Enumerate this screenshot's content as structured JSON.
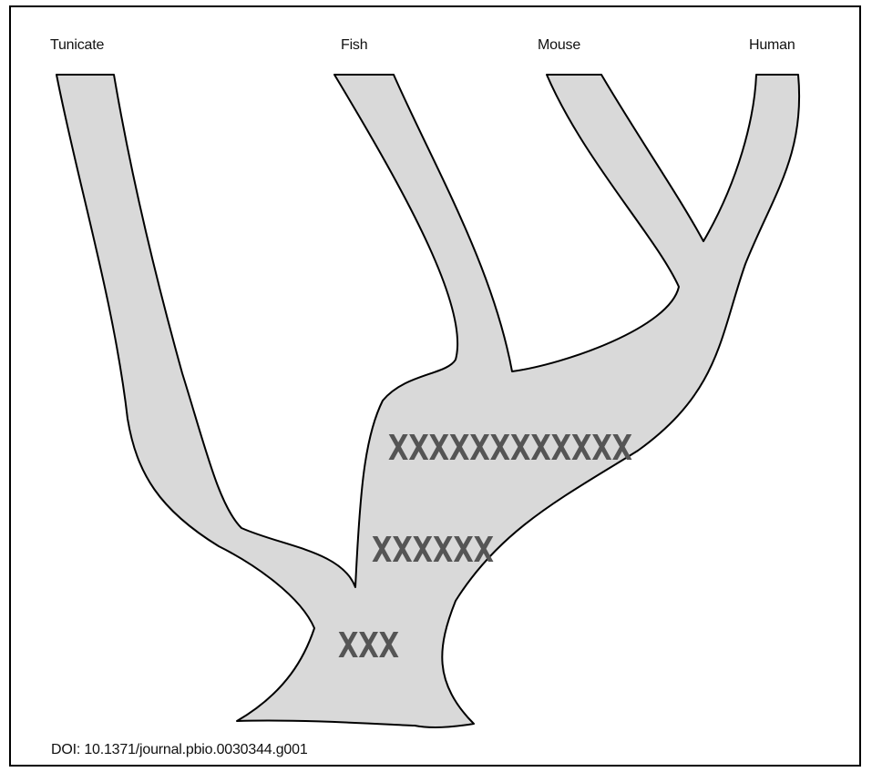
{
  "figure": {
    "taxa": [
      "Tunicate",
      "Fish",
      "Mouse",
      "Human"
    ],
    "duplication_marks": [
      {
        "text": "XXXXXXXXXXXX",
        "count": 12
      },
      {
        "text": "XXXXXX",
        "count": 6
      },
      {
        "text": "XXX",
        "count": 3
      }
    ],
    "doi": "DOI: 10.1371/journal.pbio.0030344.g001",
    "colors": {
      "branch_fill": "#d9d9d9",
      "branch_stroke": "#000000",
      "mark_color": "#555555",
      "border": "#000000"
    }
  }
}
